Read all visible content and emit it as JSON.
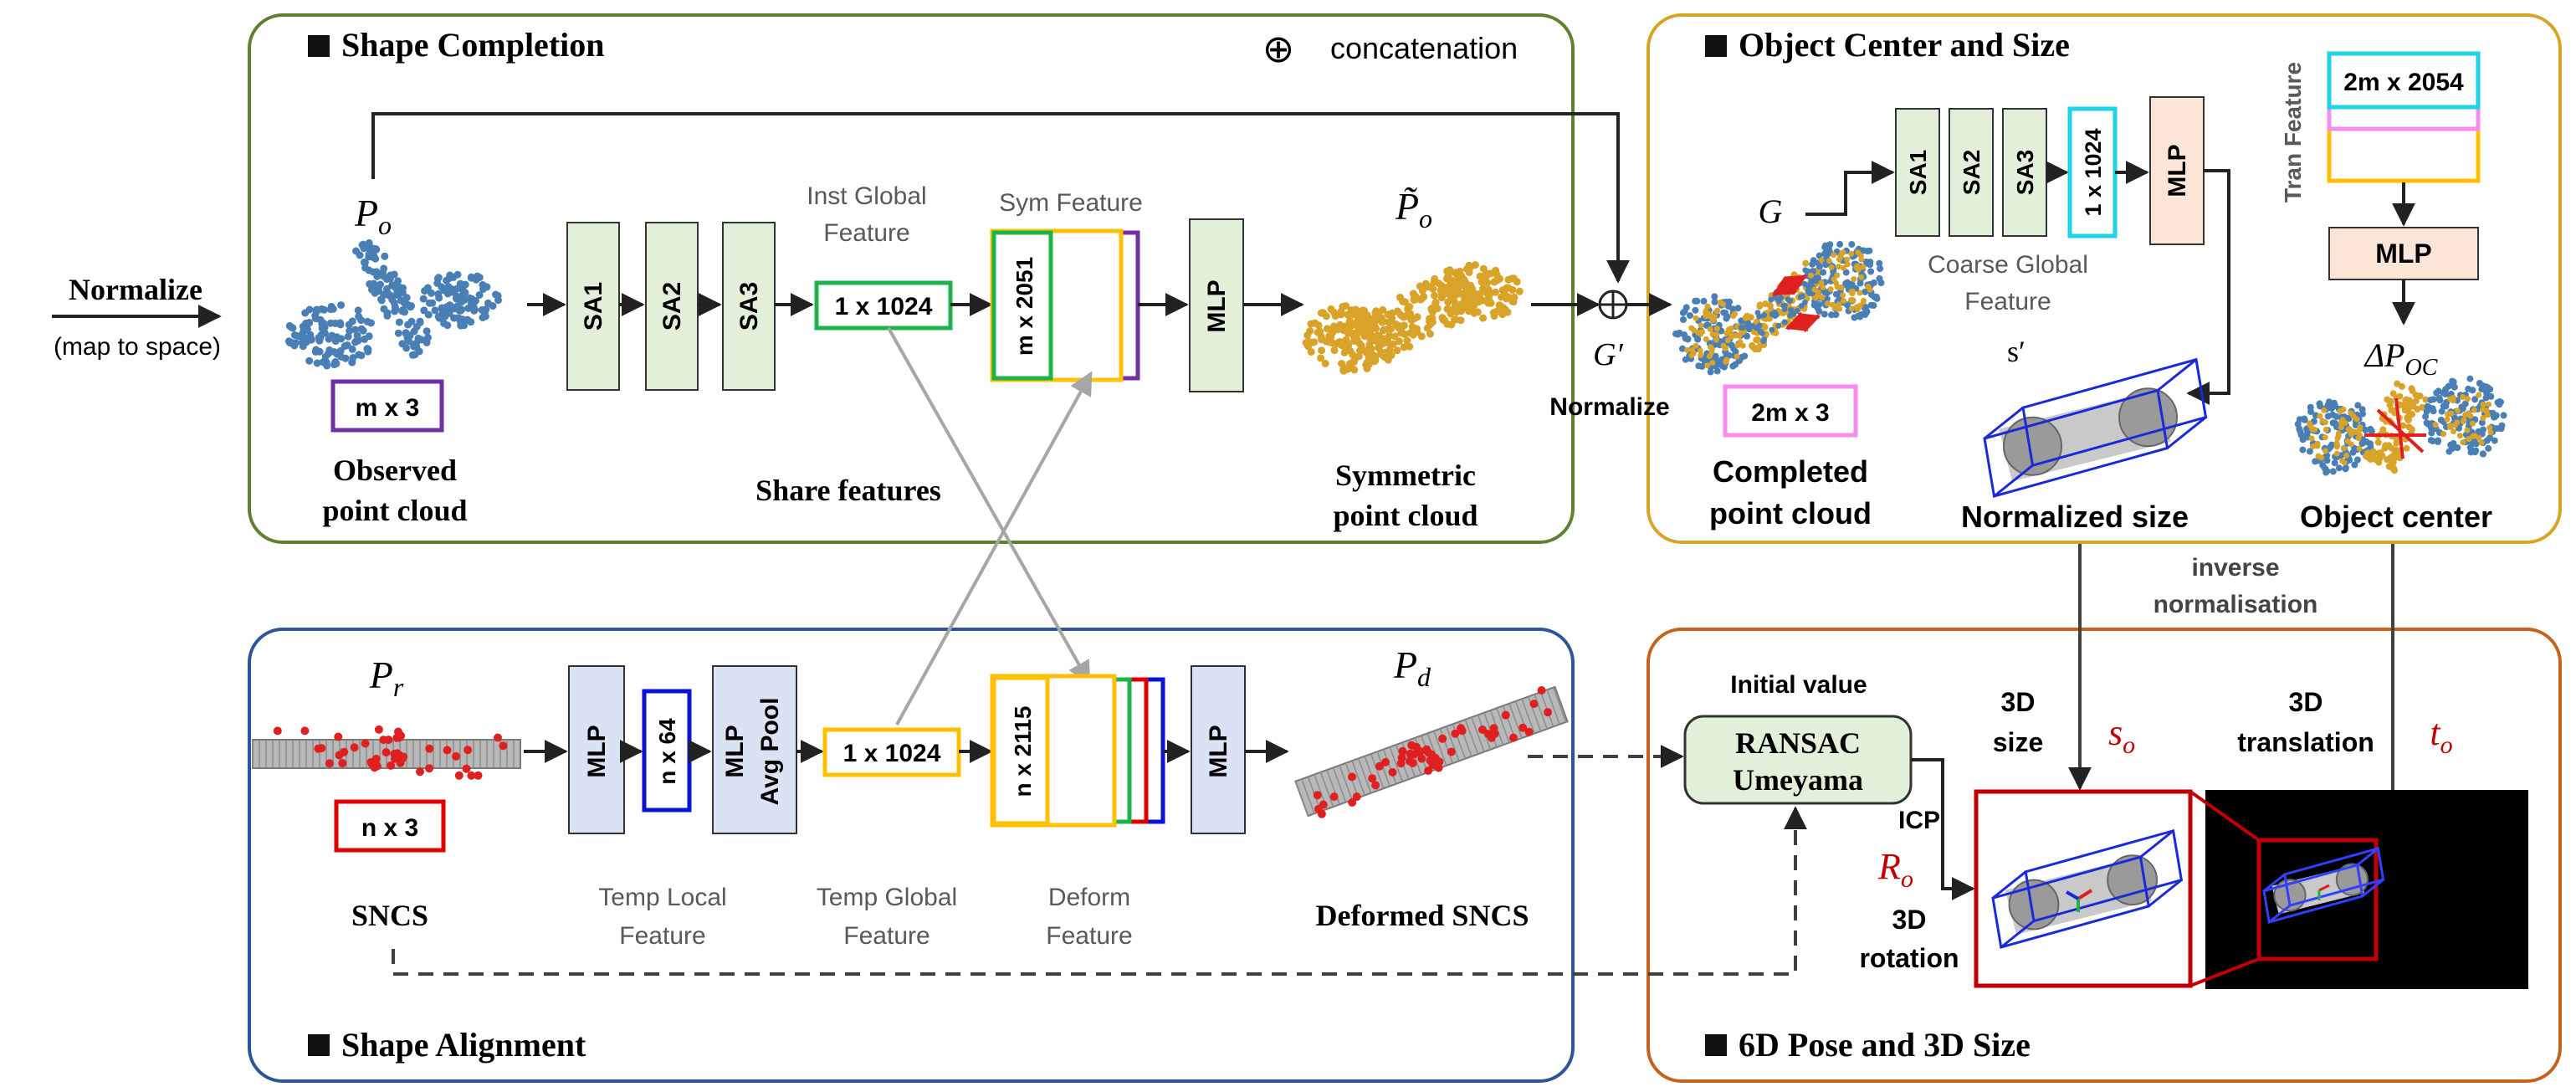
{
  "colors": {
    "green_panel": "#5e8031",
    "gold_panel": "#d6a524",
    "blue_panel": "#2e5598",
    "orange_panel": "#c5631e",
    "sa_fill": "#e2efd9",
    "pool_fill": "#dae3f3",
    "mlp_fill": "#fbe5d6",
    "purple": "#7030a0",
    "green_box": "#1db34a",
    "yellow_box": "#ffc000",
    "red_box": "#e00000",
    "blue_box": "#0a12d8",
    "cyan_box": "#1ed2e8",
    "pink_box": "#f58cf0",
    "point_blue": "#4a7fb5",
    "point_gold": "#d9a32a",
    "point_red": "#e02020",
    "math_red": "#c00000"
  },
  "panels": {
    "shape_completion": "Shape Completion",
    "object_center_size": "Object Center and Size",
    "shape_alignment": "Shape Alignment",
    "pose_size": "6D Pose and 3D Size"
  },
  "legend": {
    "symbol": "⊕",
    "text": "concatenation"
  },
  "normalize": {
    "title": "Normalize",
    "sub": "(map to space)"
  },
  "completion": {
    "po": "Po",
    "mx3": "m x 3",
    "observed": [
      "Observed",
      "point cloud"
    ],
    "sa": [
      "SA1",
      "SA2",
      "SA3"
    ],
    "inst_global": [
      "Inst Global",
      "Feature"
    ],
    "inst_dim": "1 x 1024",
    "sym_feature": "Sym Feature",
    "sym_dim": "m x 2051",
    "mlp": "MLP",
    "share": "Share features",
    "po_tilde": "P̃o",
    "symmetric": [
      "Symmetric",
      "point cloud"
    ],
    "g_prime": "G′",
    "normalize_label": "Normalize"
  },
  "center": {
    "g": "G",
    "sa": [
      "SA1",
      "SA2",
      "SA3"
    ],
    "dim": "1 x 1024",
    "mlp": "MLP",
    "coarse": [
      "Coarse Global",
      "Feature"
    ],
    "s_prime": "s′",
    "two_m": "2m x 3",
    "completed": [
      "Completed",
      "point cloud"
    ],
    "normalized_size": "Normalized size",
    "tran_feature": "Tran Feature",
    "tran_dim": "2m x 2054",
    "mlp2": "MLP",
    "delta": "ΔPOC",
    "object_center": "Object center"
  },
  "inverse": [
    "inverse",
    "normalisation"
  ],
  "alignment": {
    "pr": "Pr",
    "nx3": "n x 3",
    "sncs": "SNCS",
    "mlp": "MLP",
    "nx64": "n x 64",
    "mlp_avg": [
      "MLP",
      "Avg Pool"
    ],
    "temp_local": [
      "Temp Local",
      "Feature"
    ],
    "temp_dim": "1 x 1024",
    "temp_global": [
      "Temp Global",
      "Feature"
    ],
    "deform_dim": "n x 2115",
    "deform": [
      "Deform",
      "Feature"
    ],
    "mlp2": "MLP",
    "pd": "Pd",
    "deformed": "Deformed SNCS"
  },
  "pose": {
    "initial": "Initial value",
    "ransac": [
      "RANSAC",
      "Umeyama"
    ],
    "icp": "ICP",
    "ro": "Ro",
    "rotation": [
      "3D",
      "rotation"
    ],
    "size": [
      "3D",
      "size"
    ],
    "so": "so",
    "translation": [
      "3D",
      "translation"
    ],
    "to": "to"
  }
}
